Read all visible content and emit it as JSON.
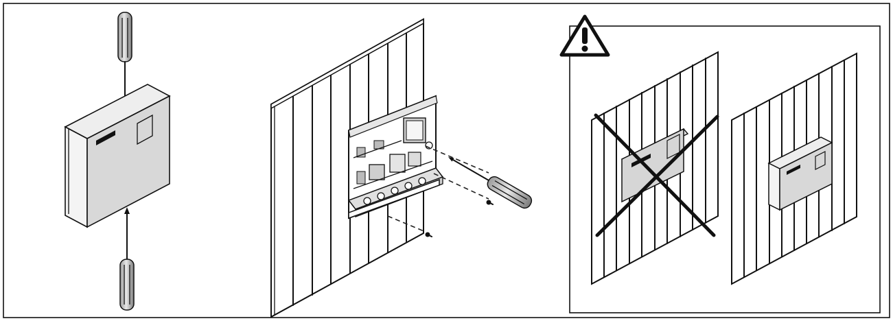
{
  "figure": {
    "panels": [
      {
        "id": "box-screwing",
        "icon": "screwdriver-icon"
      },
      {
        "id": "wall-mounting",
        "icon": "screwdriver-icon"
      },
      {
        "id": "mounting-warning",
        "icon": "warning-triangle-icon"
      }
    ],
    "colors": {
      "line": "#111111",
      "box_face": "#d8d8d8",
      "box_side": "#eeeeee",
      "background": "#ffffff"
    }
  }
}
